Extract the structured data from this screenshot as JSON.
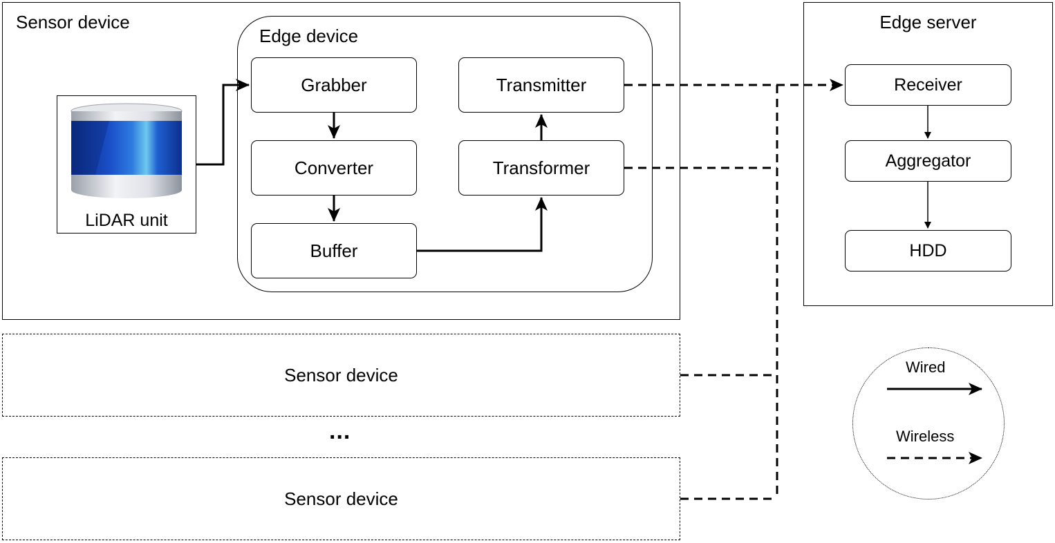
{
  "sensor_device": {
    "title": "Sensor device",
    "lidar_label": "LiDAR unit",
    "edge_device": {
      "title": "Edge device",
      "modules": {
        "grabber": "Grabber",
        "converter": "Converter",
        "buffer": "Buffer",
        "transmitter": "Transmitter",
        "transformer": "Transformer"
      }
    }
  },
  "additional_sensor_devices": [
    "Sensor device",
    "Sensor device"
  ],
  "ellipsis": "...",
  "edge_server": {
    "title": "Edge server",
    "modules": {
      "receiver": "Receiver",
      "aggregator": "Aggregator",
      "hdd": "HDD"
    }
  },
  "legend": {
    "wired": "Wired",
    "wireless": "Wireless"
  }
}
